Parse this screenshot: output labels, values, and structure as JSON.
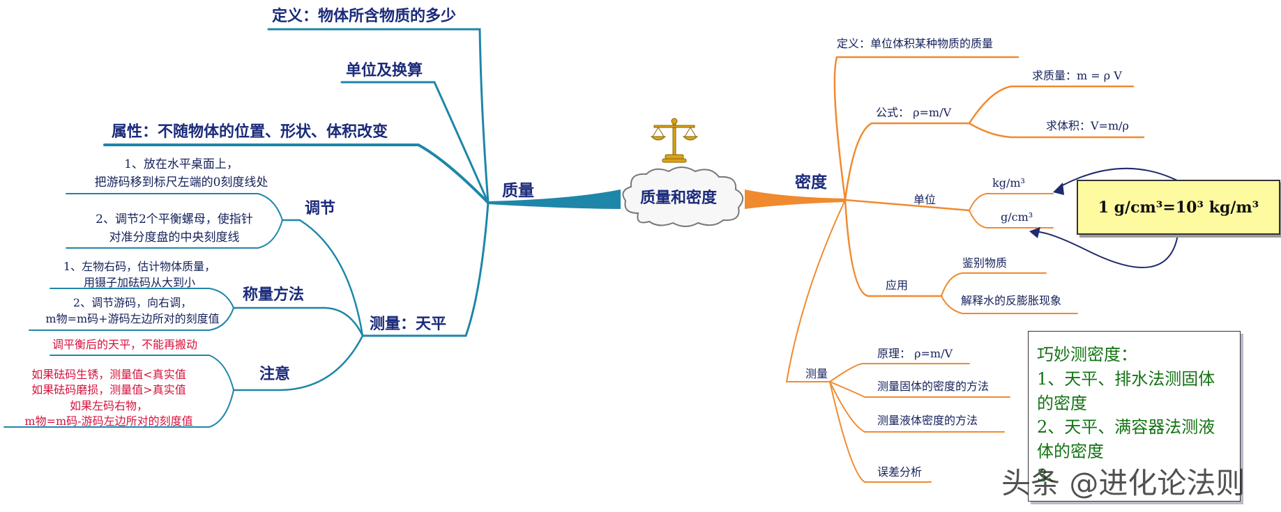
{
  "center": {
    "label": "质量和密度"
  },
  "mass": {
    "label": "质量",
    "definition": "定义：物体所含物质的多少",
    "units": "单位及换算",
    "property": "属性：不随物体的位置、形状、体积改变",
    "measure": {
      "label": "测量：天平",
      "adjust": {
        "label": "调节",
        "step1_line1": "1、放在水平桌面上，",
        "step1_line2": "把游码移到标尺左端的0刻度线处",
        "step2_line1": "2、调节2个平衡螺母，使指针",
        "step2_line2": "对准分度盘的中央刻度线"
      },
      "weigh": {
        "label": "称量方法",
        "step1_line1": "1、左物右码，估计物体质量，",
        "step1_line2": "用镊子加砝码从大到小",
        "step2_line1": "2、调节游码，向右调，",
        "step2_line2": "m物=m码+游码左边所对的刻度值"
      },
      "notice": {
        "label": "注意",
        "n1": "调平衡后的天平，不能再搬动",
        "n2_line1": "如果砝码生锈，测量值<真实值",
        "n2_line2": "如果砝码磨损，测量值>真实值",
        "n2_line3": "如果左码右物，",
        "n2_line4": "m物=m码-游码左边所对的刻度值"
      }
    }
  },
  "density": {
    "label": "密度",
    "definition": "定义：单位体积某种物质的质量",
    "formula": {
      "label": "公式： ρ=m/V",
      "mass": "求质量：m = ρ V",
      "volume": "求体积：V=m/ρ"
    },
    "unit": {
      "label": "单位",
      "u1": "kg/m³",
      "u2": "g/cm³",
      "conversion": "1 g/cm³=10³ kg/m³"
    },
    "application": {
      "label": "应用",
      "a1": "鉴别物质",
      "a2": "解释水的反膨胀现象"
    },
    "measure": {
      "label": "测量",
      "principle": "原理： ρ=m/V",
      "solid": "测量固体的密度的方法",
      "liquid": "测量液体密度的方法",
      "error": "误差分析"
    }
  },
  "tip": {
    "title": "巧妙测密度：",
    "l1": "1、天平、排水法测固体的密度",
    "l2": "2、天平、满容器法测液体的密度",
    "l3": "3、"
  },
  "watermark": "头条 @进化论法则",
  "colors": {
    "mass_branch": "#1e86a8",
    "density_branch": "#f08a2e",
    "label_blue": "#1a2a7a",
    "notice_red": "#d4123c",
    "tip_green": "#137313"
  }
}
